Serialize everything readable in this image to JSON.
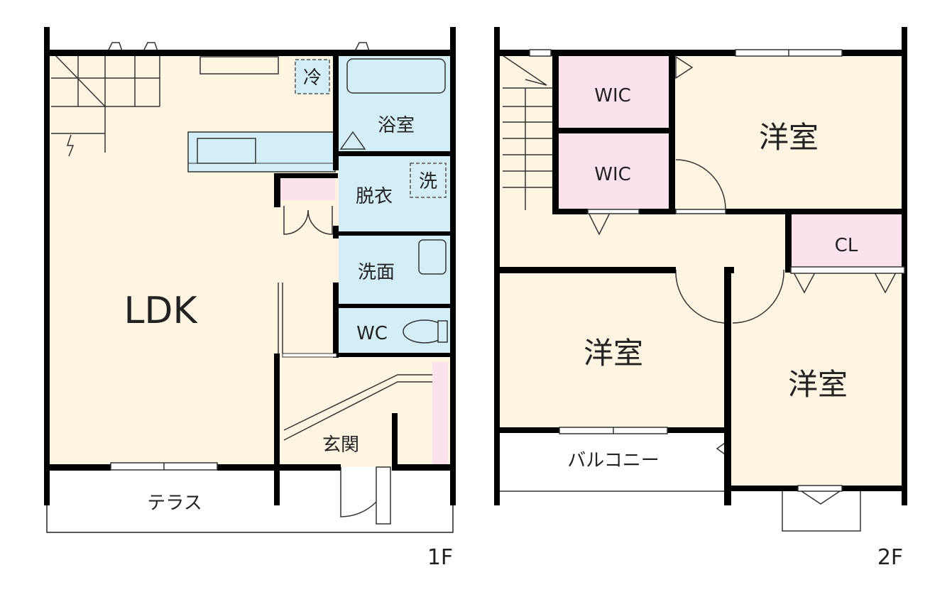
{
  "plan": {
    "floor1": {
      "label": "1F",
      "rooms": {
        "ldk": "LDK",
        "bath": "浴室",
        "dress": "脱衣",
        "wash": "洗面",
        "wc": "WC",
        "entry": "玄関",
        "terrace": "テラス"
      },
      "marks": {
        "fridge": "冷",
        "washer": "洗"
      }
    },
    "floor2": {
      "label": "2F",
      "rooms": {
        "wic1": "WIC",
        "wic2": "WIC",
        "room_ne": "洋室",
        "room_w": "洋室",
        "room_e": "洋室",
        "cl": "CL",
        "balcony": "バルコニー"
      }
    }
  },
  "colors": {
    "room": "#fdf5e1",
    "wet": "#d4eef8",
    "storage": "#fbe2ec",
    "wall": "#000000"
  }
}
